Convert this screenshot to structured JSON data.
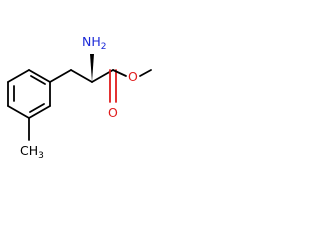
{
  "molecule": {
    "atoms": {
      "amine": {
        "symbol": "NH",
        "subscript": "2"
      },
      "carbonyl_oxygen": {
        "symbol": "O"
      },
      "ester_oxygen": {
        "symbol": "O"
      },
      "aryl_methyl": {
        "symbol": "CH",
        "subscript": "3"
      },
      "methoxy_methyl": {
        "symbol": ""
      }
    }
  },
  "colors": {
    "carbon": "#000000",
    "nitrogen": "#1c2ad8",
    "oxygen": "#e01b1b",
    "background": "#ffffff"
  }
}
